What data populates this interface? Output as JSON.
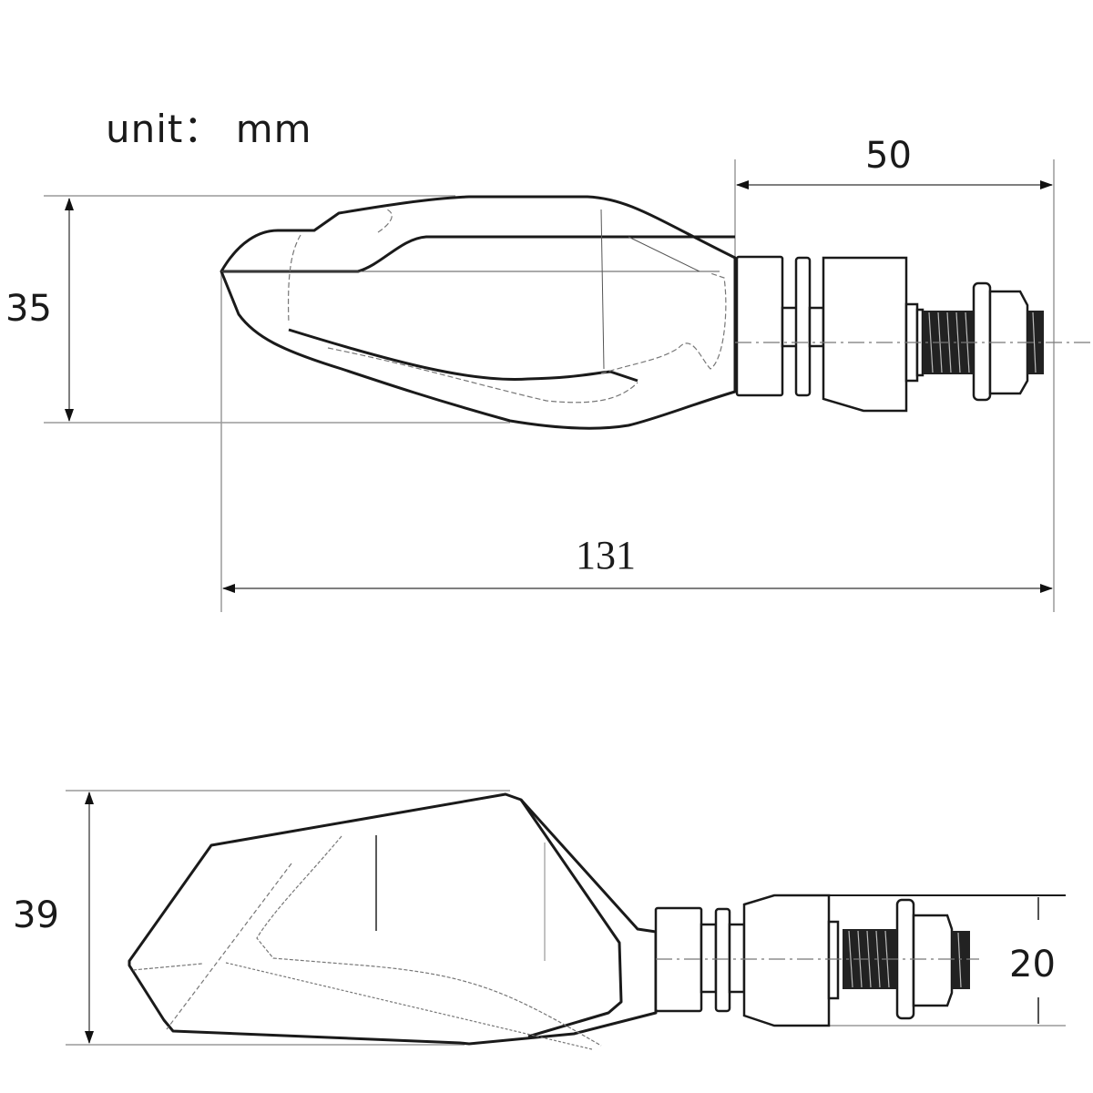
{
  "unit_label": "unit： mm",
  "top_view": {
    "height_label": "35",
    "stem_length_label": "50",
    "total_length_label": "131"
  },
  "side_view": {
    "height_label": "39",
    "stem_diameter_label": "20"
  },
  "colors": {
    "line": "#1a1a1a",
    "dimension_line": "#9a9a9a",
    "background": "#ffffff"
  }
}
